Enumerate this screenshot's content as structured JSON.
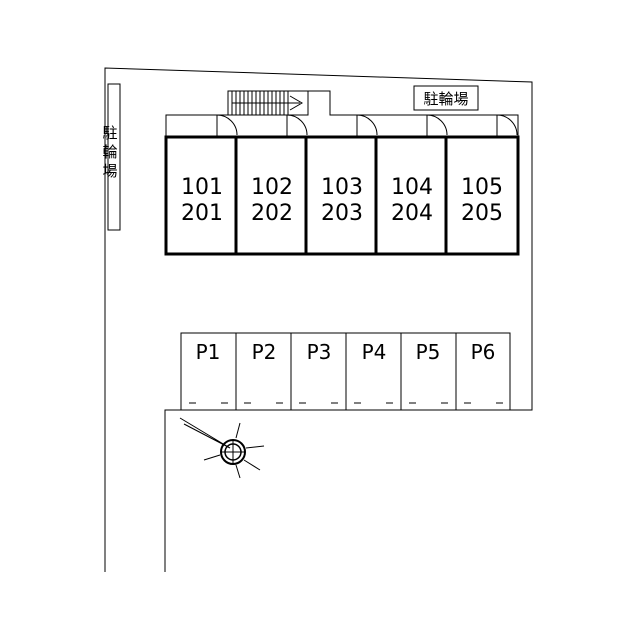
{
  "bike_parking_top": "駐輪場",
  "bike_parking_left": [
    "駐",
    "輪",
    "場"
  ],
  "units": [
    {
      "first": "101",
      "second": "201"
    },
    {
      "first": "102",
      "second": "202"
    },
    {
      "first": "103",
      "second": "203"
    },
    {
      "first": "104",
      "second": "204"
    },
    {
      "first": "105",
      "second": "205"
    }
  ],
  "parking": [
    "P1",
    "P2",
    "P3",
    "P4",
    "P5",
    "P6"
  ],
  "colors": {
    "line": "#000000",
    "background": "#ffffff"
  },
  "icons": {
    "compass": "compass-icon",
    "stairs": "stairs-icon",
    "door": "door-swing-icon"
  }
}
